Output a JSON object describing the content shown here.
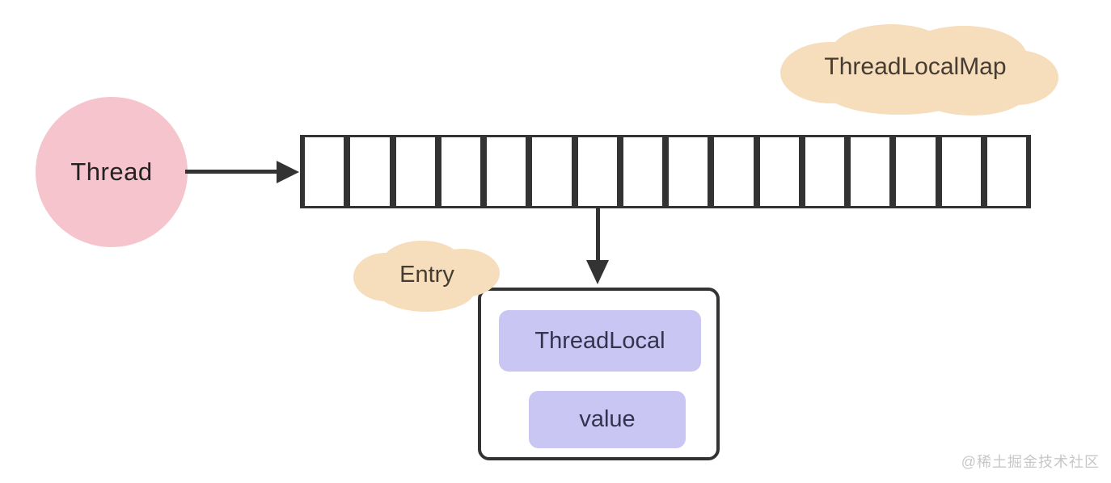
{
  "diagram": {
    "thread": {
      "label": "Thread"
    },
    "map_cloud": {
      "label": "ThreadLocalMap"
    },
    "array": {
      "cell_count": 16
    },
    "entry_cloud": {
      "label": "Entry"
    },
    "entry_box": {
      "fields": [
        {
          "label": "ThreadLocal"
        },
        {
          "label": "value"
        }
      ]
    },
    "watermark": "@稀土掘金技术社区",
    "colors": {
      "background": "#ffffff",
      "thread_fill": "#f5c4cd",
      "cloud_fill": "#f6ddbc",
      "pill_fill": "#c9c6f3",
      "stroke": "#333333"
    }
  }
}
